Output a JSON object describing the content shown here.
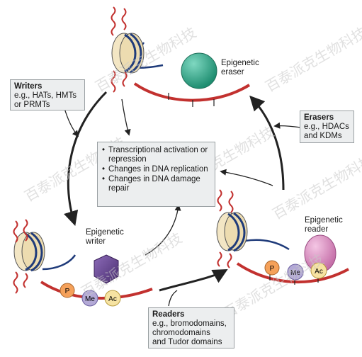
{
  "center": {
    "items": [
      "Transcriptional activation or repression",
      "Changes in DNA replication",
      "Changes in DNA damage repair"
    ]
  },
  "writers": {
    "title": "Writers",
    "lines": [
      "e.g., HATs, HMTs",
      "or PRMTs"
    ]
  },
  "erasers": {
    "title": "Erasers",
    "lines": [
      "e.g., HDACs",
      "and KDMs"
    ]
  },
  "readers": {
    "title": "Readers",
    "lines": [
      "e.g., bromodomains,",
      "chromodomains",
      "and Tudor domains"
    ]
  },
  "labels": {
    "eraser": [
      "Epigenetic",
      "eraser"
    ],
    "writer": [
      "Epigenetic",
      "writer"
    ],
    "reader": [
      "Epigenetic",
      "reader"
    ]
  },
  "marks": {
    "p": "P",
    "me": "Me",
    "ac": "Ac"
  },
  "watermark": "百泰派克生物科技",
  "colors": {
    "dna_red": "#c2312f",
    "dna_blue": "#1f3b7a",
    "histone_core": "#f3e6c4",
    "eraser": "#2aa585",
    "writer": "#5b3b86",
    "reader": "#d98bbf",
    "mark_p": "#f5a15a",
    "mark_me": "#b3a9d6",
    "mark_ac": "#f6e3a2",
    "box_bg": "#eceeef"
  }
}
